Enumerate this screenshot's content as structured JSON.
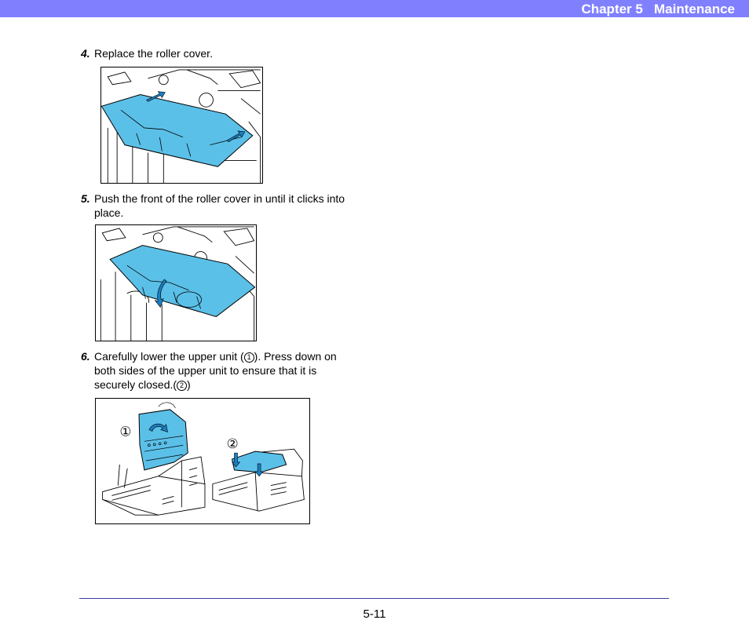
{
  "header": {
    "title": "Chapter 5   Maintenance"
  },
  "steps": [
    {
      "num": "4.",
      "text": "Replace the roller cover."
    },
    {
      "num": "5.",
      "text": "Push the front of the roller cover in until it clicks into place."
    },
    {
      "num": "6.",
      "text_before": "Carefully lower the upper unit (",
      "mark1": "1",
      "text_middle": "). Press down on both sides of the upper unit to ensure that it is securely closed.(",
      "mark2": "2",
      "text_after": ")"
    }
  ],
  "figure3": {
    "callout1": "①",
    "callout2": "②"
  },
  "footer": {
    "page_number": "5-11"
  },
  "colors": {
    "header": "#8080ff",
    "cover": "#5bc0e8",
    "arrow": "#1a7fc2"
  }
}
